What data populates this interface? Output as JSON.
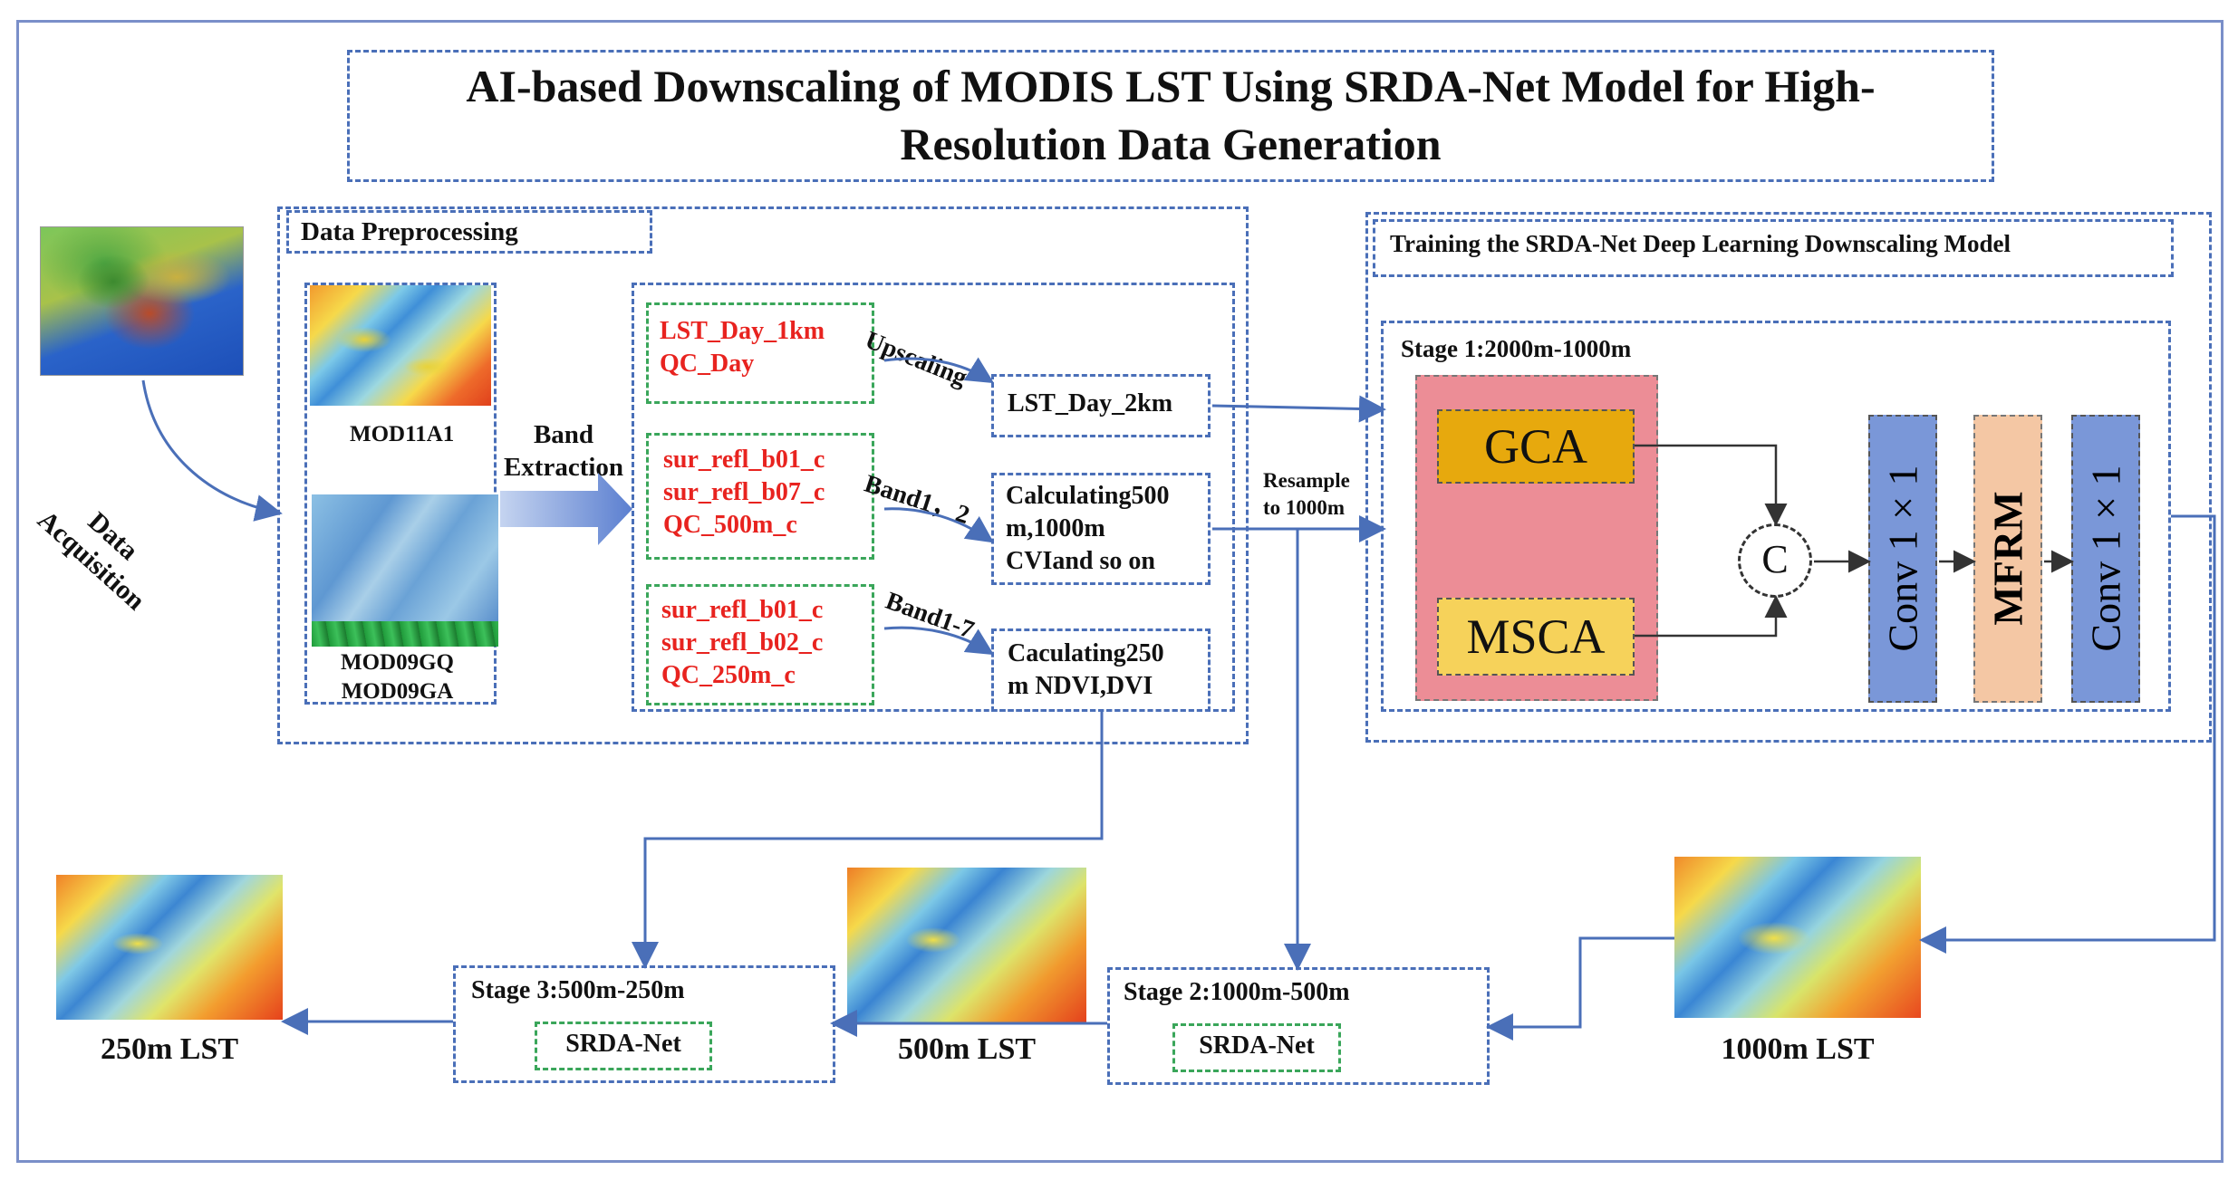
{
  "title": {
    "line1": "AI-based Downscaling of MODIS LST Using SRDA-Net Model for High-",
    "line2": "Resolution Data Generation"
  },
  "preprocessing": {
    "header": "Data Preprocessing",
    "acquisition": [
      "Data",
      "Acquisition"
    ],
    "mod11a1": "MOD11A1",
    "mod09": [
      "MOD09GQ",
      "MOD09GA"
    ],
    "band_extraction": [
      "Band",
      "Extraction"
    ],
    "inputs": [
      [
        "LST_Day_1km",
        "QC_Day"
      ],
      [
        "sur_refl_b01_c",
        "sur_refl_b07_c",
        "QC_500m_c"
      ],
      [
        "sur_refl_b01_c",
        "sur_refl_b02_c",
        "QC_250m_c"
      ]
    ],
    "arrow_labels": [
      "Upscaling",
      "Band1，2",
      "Band1-7"
    ],
    "outputs": [
      [
        "LST_Day_2km"
      ],
      [
        "Calculating500",
        "m,1000m",
        "CVIand so on"
      ],
      [
        "Caculating250",
        "m NDVI,DVI"
      ]
    ],
    "resample": [
      "Resample",
      "to 1000m"
    ]
  },
  "training": {
    "header": "Training the SRDA-Net Deep Learning Downscaling Model",
    "stage1": "Stage 1:2000m-1000m",
    "gca": "GCA",
    "msca": "MSCA",
    "concat": "C",
    "conv1": "Conv 1 × 1",
    "mfrm": "MFRM",
    "conv2": "Conv 1 × 1"
  },
  "bottom": {
    "stage2": "Stage 2:1000m-500m",
    "stage3": "Stage 3:500m-250m",
    "srda_net": "SRDA-Net",
    "lst_1000": "1000m LST",
    "lst_500": "500m LST",
    "lst_250": "250m LST"
  }
}
